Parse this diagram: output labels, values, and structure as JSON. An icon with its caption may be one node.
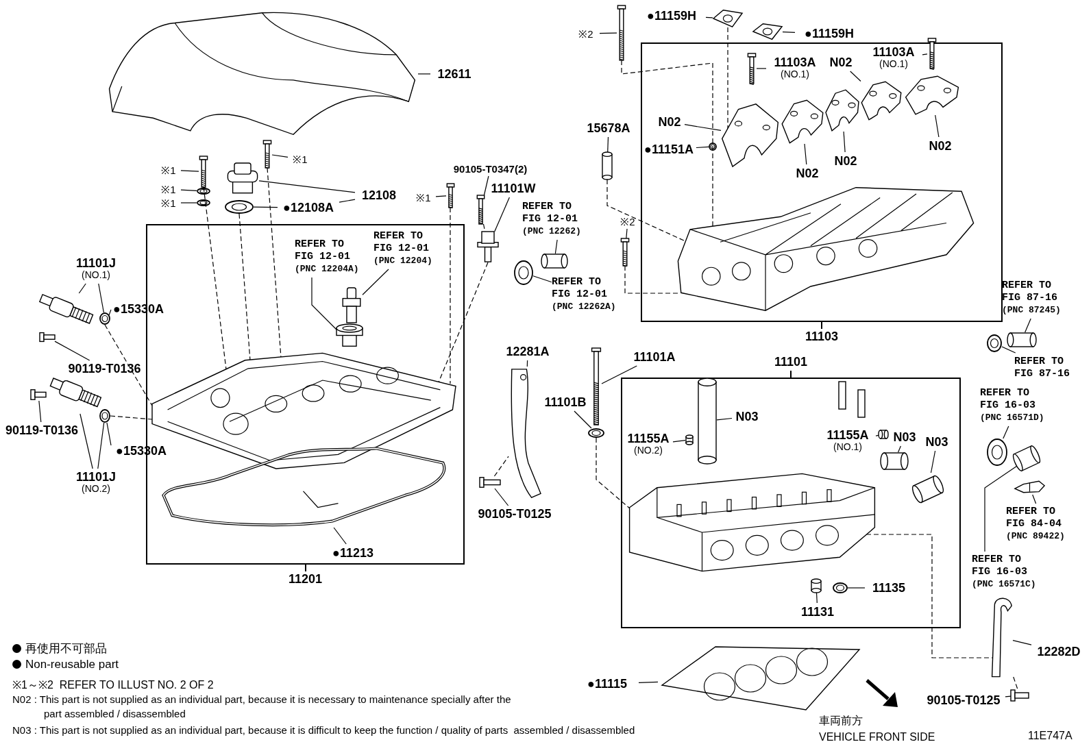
{
  "diagram": {
    "nodes": [
      {
        "text": [
          "11201"
        ]
      },
      {
        "text": [
          "11103"
        ]
      },
      {
        "text": [
          "11101"
        ]
      },
      {
        "text": [
          "12611"
        ]
      },
      {
        "text": [],
        "shape": "picture"
      },
      {
        "text": [
          "※1"
        ]
      },
      {
        "text": [],
        "shape": "picture"
      },
      {
        "text": [
          "※1"
        ]
      },
      {
        "text": [],
        "shape": "circle"
      },
      {
        "text": [
          "※1"
        ]
      },
      {
        "text": [],
        "shape": "circle"
      },
      {
        "text": [],
        "shape": "picture"
      },
      {
        "text": [],
        "shape": "circle"
      },
      {
        "text": [
          "12108"
        ]
      },
      {
        "text": [
          "●12108A"
        ]
      },
      {
        "text": [],
        "shape": "picture"
      },
      {
        "text": [
          "※1"
        ]
      },
      {
        "text": [
          "※1"
        ]
      },
      {
        "text": [],
        "shape": "picture"
      },
      {
        "text": [
          "90105-T0347(2)"
        ]
      },
      {
        "text": [],
        "shape": "picture"
      },
      {
        "text": [
          "11101W"
        ]
      },
      {
        "text": [],
        "shape": "picture"
      },
      {
        "text": [
          "REFER TO FIG 12-01",
          "(PNC 12262)"
        ]
      },
      {
        "text": [],
        "shape": "cylinder"
      },
      {
        "text": [],
        "shape": "circle"
      },
      {
        "text": [
          "REFER TO FIG 12-01",
          "(PNC 12262A)"
        ]
      },
      {
        "text": [
          "REFER TO FIG 12-01",
          "(PNC 12204A)"
        ],
        "in": 0
      },
      {
        "text": [
          "REFER TO FIG 12-01",
          "(PNC 12204)"
        ],
        "in": 0
      },
      {
        "text": [],
        "shape": "picture",
        "in": 0
      },
      {
        "text": [],
        "shape": "picture",
        "in": 0
      },
      {
        "text": [],
        "shape": "picture",
        "in": 0
      },
      {
        "text": [],
        "shape": "picture",
        "in": 0
      },
      {
        "text": [
          "●11213"
        ],
        "in": 0
      },
      {
        "text": [
          "11101J",
          "(NO.1)"
        ]
      },
      {
        "text": [],
        "shape": "picture"
      },
      {
        "text": [
          "●15330A"
        ]
      },
      {
        "text": [],
        "shape": "circle"
      },
      {
        "text": [
          "90119-T0136"
        ]
      },
      {
        "text": [],
        "shape": "picture"
      },
      {
        "text": [],
        "shape": "picture"
      },
      {
        "text": [
          "90119-T0136"
        ]
      },
      {
        "text": [],
        "shape": "picture"
      },
      {
        "text": [],
        "shape": "circle"
      },
      {
        "text": [
          "●15330A"
        ]
      },
      {
        "text": [
          "11101J",
          "(NO.2)"
        ]
      },
      {
        "text": [
          "※2"
        ]
      },
      {
        "text": [],
        "shape": "picture"
      },
      {
        "text": [
          "●11159H"
        ]
      },
      {
        "text": [],
        "shape": "picture"
      },
      {
        "text": [],
        "shape": "picture"
      },
      {
        "text": [
          "●11159H"
        ]
      },
      {
        "text": [
          "15678A"
        ]
      },
      {
        "text": [],
        "shape": "cylinder"
      },
      {
        "text": [
          "※2"
        ]
      },
      {
        "text": [],
        "shape": "picture"
      },
      {
        "text": [
          "11103A",
          "(NO.1)"
        ],
        "in": 1
      },
      {
        "text": [],
        "shape": "picture",
        "in": 1
      },
      {
        "text": [
          "N02"
        ],
        "in": 1
      },
      {
        "text": [
          "11103A",
          "(NO.1)"
        ],
        "in": 1
      },
      {
        "text": [],
        "shape": "picture",
        "in": 1
      },
      {
        "text": [
          "N02"
        ],
        "in": 1
      },
      {
        "text": [
          "●11151A"
        ],
        "in": 1
      },
      {
        "text": [],
        "shape": "circle",
        "in": 1
      },
      {
        "text": [],
        "shape": "picture",
        "in": 1
      },
      {
        "text": [],
        "shape": "picture",
        "in": 1
      },
      {
        "text": [],
        "shape": "picture",
        "in": 1
      },
      {
        "text": [],
        "shape": "picture",
        "in": 1
      },
      {
        "text": [],
        "shape": "picture",
        "in": 1
      },
      {
        "text": [
          "N02"
        ],
        "in": 1
      },
      {
        "text": [
          "N02"
        ],
        "in": 1
      },
      {
        "text": [
          "N02"
        ],
        "in": 1
      },
      {
        "text": [],
        "shape": "picture",
        "in": 1
      },
      {
        "text": [
          "12281A"
        ]
      },
      {
        "text": [],
        "shape": "picture"
      },
      {
        "text": [
          "90105-T0125"
        ]
      },
      {
        "text": [],
        "shape": "picture"
      },
      {
        "text": [
          "11101A"
        ]
      },
      {
        "text": [],
        "shape": "picture"
      },
      {
        "text": [
          "11101B"
        ]
      },
      {
        "text": [],
        "shape": "circle"
      },
      {
        "text": [
          "N03"
        ],
        "in": 2
      },
      {
        "text": [],
        "shape": "cylinder",
        "in": 2
      },
      {
        "text": [
          "11155A",
          "(NO.2)"
        ],
        "in": 2
      },
      {
        "text": [],
        "shape": "cylinder",
        "in": 2
      },
      {
        "text": [
          "11155A",
          "(NO.1)"
        ],
        "in": 2
      },
      {
        "text": [],
        "shape": "cylinder",
        "in": 2
      },
      {
        "text": [
          "N03"
        ],
        "in": 2
      },
      {
        "text": [],
        "shape": "cylinder",
        "in": 2
      },
      {
        "text": [
          "N03"
        ],
        "in": 2
      },
      {
        "text": [],
        "shape": "picture",
        "in": 2
      },
      {
        "text": [],
        "shape": "picture",
        "in": 2
      },
      {
        "text": [
          "11131"
        ],
        "in": 2
      },
      {
        "text": [],
        "shape": "cylinder",
        "in": 2
      },
      {
        "text": [],
        "shape": "circle",
        "in": 2
      },
      {
        "text": [
          "11135"
        ],
        "in": 2
      },
      {
        "text": [
          "REFER TO FIG 87-16",
          "(PNC 87245)"
        ]
      },
      {
        "text": [],
        "shape": "cylinder"
      },
      {
        "text": [],
        "shape": "circle"
      },
      {
        "text": [
          "REFER TO FIG 87-16"
        ]
      },
      {
        "text": [
          "REFER TO FIG 16-03",
          "(PNC 16571D)"
        ]
      },
      {
        "text": [],
        "shape": "circle"
      },
      {
        "text": [],
        "shape": "picture"
      },
      {
        "text": [],
        "shape": "picture"
      },
      {
        "text": [
          "REFER TO FIG 84-04",
          "(PNC 89422)"
        ]
      },
      {
        "text": [
          "REFER TO FIG 16-03",
          "(PNC 16571C)"
        ]
      },
      {
        "text": [
          "12282D"
        ]
      },
      {
        "text": [],
        "shape": "picture"
      },
      {
        "text": [],
        "shape": "picture"
      },
      {
        "text": [
          "90105-T0125"
        ]
      },
      {
        "text": [
          "●11115"
        ]
      },
      {
        "text": [],
        "shape": "picture"
      }
    ],
    "edges": [
      {
        "from": 3,
        "to": 4,
        "arrow": "none"
      },
      {
        "from": 5,
        "to": 6,
        "arrow": "none"
      },
      {
        "from": 7,
        "to": 8,
        "arrow": "none"
      },
      {
        "from": 9,
        "to": 10,
        "arrow": "none"
      },
      {
        "from": 13,
        "to": 11,
        "arrow": "none"
      },
      {
        "from": 13,
        "to": 14,
        "arrow": "none"
      },
      {
        "from": 14,
        "to": 12,
        "arrow": "none"
      },
      {
        "from": 16,
        "to": 15,
        "arrow": "none"
      },
      {
        "from": 17,
        "to": 18,
        "arrow": "none"
      },
      {
        "from": 19,
        "to": 20,
        "arrow": "none"
      },
      {
        "from": 21,
        "to": 22,
        "arrow": "none"
      },
      {
        "from": 23,
        "to": 24,
        "arrow": "none"
      },
      {
        "from": 26,
        "to": 25,
        "arrow": "none"
      },
      {
        "from": 27,
        "to": 30,
        "arrow": "none"
      },
      {
        "from": 28,
        "to": 29,
        "arrow": "none"
      },
      {
        "from": 33,
        "to": 32,
        "arrow": "none"
      },
      {
        "from": 34,
        "to": 35,
        "arrow": "none"
      },
      {
        "from": 34,
        "to": 37,
        "arrow": "none"
      },
      {
        "from": 36,
        "to": 37,
        "arrow": "none"
      },
      {
        "from": 38,
        "to": 39,
        "arrow": "none"
      },
      {
        "from": 41,
        "to": 40,
        "arrow": "none"
      },
      {
        "from": 45,
        "to": 42,
        "arrow": "none"
      },
      {
        "from": 45,
        "to": 43,
        "arrow": "none"
      },
      {
        "from": 44,
        "to": 43,
        "arrow": "none"
      },
      {
        "from": 46,
        "to": 47,
        "arrow": "none"
      },
      {
        "from": 48,
        "to": 49,
        "arrow": "none"
      },
      {
        "from": 51,
        "to": 50,
        "arrow": "none"
      },
      {
        "from": 52,
        "to": 53,
        "arrow": "none"
      },
      {
        "from": 54,
        "to": 55,
        "arrow": "none"
      },
      {
        "from": 56,
        "to": 57,
        "arrow": "none"
      },
      {
        "from": 58,
        "to": 67,
        "arrow": "none"
      },
      {
        "from": 59,
        "to": 60,
        "arrow": "none"
      },
      {
        "from": 61,
        "to": 64,
        "arrow": "none"
      },
      {
        "from": 62,
        "to": 63,
        "arrow": "none"
      },
      {
        "from": 69,
        "to": 68,
        "arrow": "none"
      },
      {
        "from": 70,
        "to": 65,
        "arrow": "none"
      },
      {
        "from": 71,
        "to": 66,
        "arrow": "none"
      },
      {
        "from": 73,
        "to": 74,
        "arrow": "none"
      },
      {
        "from": 75,
        "to": 76,
        "arrow": "none"
      },
      {
        "from": 77,
        "to": 78,
        "arrow": "none"
      },
      {
        "from": 79,
        "to": 80,
        "arrow": "none"
      },
      {
        "from": 81,
        "to": 82,
        "arrow": "none"
      },
      {
        "from": 83,
        "to": 84,
        "arrow": "none"
      },
      {
        "from": 85,
        "to": 86,
        "arrow": "none"
      },
      {
        "from": 87,
        "to": 88,
        "arrow": "none"
      },
      {
        "from": 89,
        "to": 91,
        "arrow": "none"
      },
      {
        "from": 92,
        "to": 93,
        "arrow": "none"
      },
      {
        "from": 95,
        "to": 94,
        "arrow": "none"
      },
      {
        "from": 96,
        "to": 97,
        "arrow": "none"
      },
      {
        "from": 99,
        "to": 98,
        "arrow": "none"
      },
      {
        "from": 100,
        "to": 101,
        "arrow": "none"
      },
      {
        "from": 104,
        "to": 103,
        "arrow": "none"
      },
      {
        "from": 105,
        "to": 102,
        "arrow": "none"
      },
      {
        "from": 106,
        "to": 107,
        "arrow": "none"
      },
      {
        "from": 109,
        "to": 108,
        "arrow": "none"
      },
      {
        "from": 110,
        "to": 111,
        "arrow": "none"
      },
      {
        "from": 6,
        "to": 31,
        "arrow": "none",
        "style": "dashed"
      },
      {
        "from": 12,
        "to": 31,
        "arrow": "none",
        "style": "dashed"
      },
      {
        "from": 15,
        "to": 31,
        "arrow": "none",
        "style": "dashed"
      },
      {
        "from": 18,
        "to": 31,
        "arrow": "none",
        "style": "dashed"
      },
      {
        "from": 20,
        "to": 22,
        "arrow": "none",
        "style": "dashed"
      },
      {
        "from": 22,
        "to": 31,
        "arrow": "none",
        "style": "dashed"
      },
      {
        "from": 37,
        "to": 31,
        "arrow": "none",
        "style": "dashed"
      },
      {
        "from": 43,
        "to": 31,
        "arrow": "none",
        "style": "dashed"
      },
      {
        "from": 47,
        "to": 72,
        "arrow": "none",
        "style": "dashed"
      },
      {
        "from": 53,
        "to": 72,
        "arrow": "none",
        "style": "dashed"
      },
      {
        "from": 55,
        "to": 72,
        "arrow": "none",
        "style": "dashed"
      },
      {
        "from": 49,
        "to": 64,
        "arrow": "none",
        "style": "dashed"
      },
      {
        "from": 80,
        "to": 90,
        "arrow": "none",
        "style": "dashed"
      },
      {
        "from": 76,
        "to": 74,
        "arrow": "none",
        "style": "dashed"
      },
      {
        "from": 90,
        "to": 107,
        "arrow": "none",
        "style": "dashed"
      },
      {
        "from": 108,
        "to": 107,
        "arrow": "none",
        "style": "dashed"
      }
    ],
    "labels": [
      "※1～※2  REFER TO ILLUST NO. 2 OF 2",
      "N02 : This part is not supplied as an individual part, because it is necessary to maintenance specially after the part assembled / disassembled",
      "N03 : This part is not supplied as an individual part, because it is difficult to keep the function / quality of parts  assembled / disassembled",
      "車両前方",
      "VEHICLE FRONT SIDE",
      "11E747A"
    ],
    "legend": [
      {
        "text": "再使用不可部品"
      },
      {
        "text": "Non-reusable part"
      }
    ]
  }
}
